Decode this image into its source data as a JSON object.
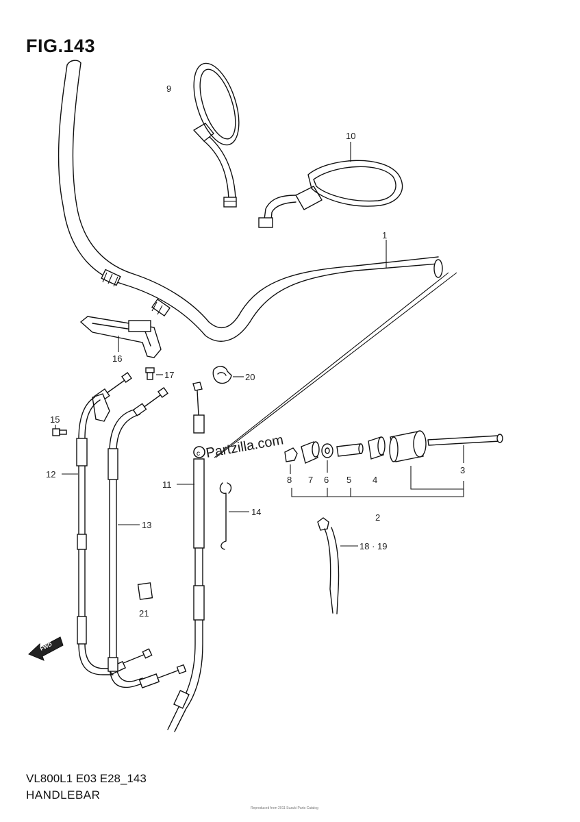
{
  "figure": {
    "title": "FIG.143",
    "model_code": "VL800L1 E03 E28_143",
    "section_name": "HANDLEBAR",
    "copyright": "Reproduced from 2011 Suzuki Parts Catalog",
    "watermark": "Partzilla.com",
    "fwd_label": "FWD"
  },
  "callouts": {
    "c1": "1",
    "c2": "2",
    "c3": "3",
    "c4": "4",
    "c5": "5",
    "c6": "6",
    "c7": "7",
    "c8": "8",
    "c9": "9",
    "c10": "10",
    "c11": "11",
    "c12": "12",
    "c13": "13",
    "c14": "14",
    "c15": "15",
    "c16": "16",
    "c17": "17",
    "c1819": "18 · 19",
    "c20": "20",
    "c21": "21"
  }
}
